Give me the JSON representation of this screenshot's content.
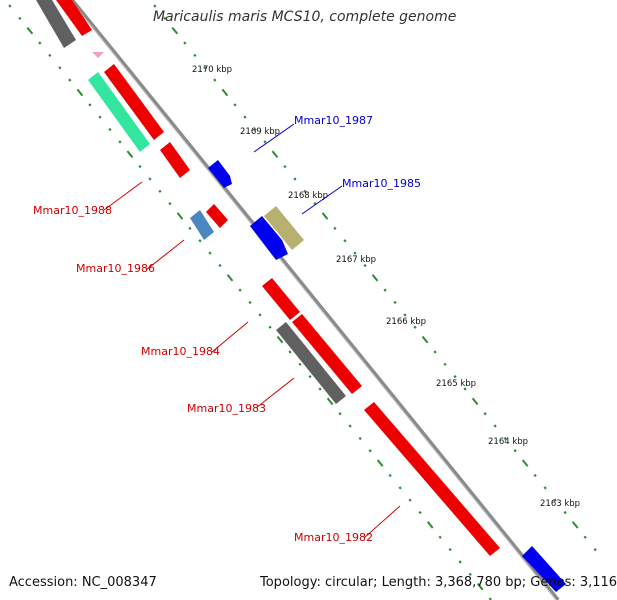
{
  "title": "Maricaulis maris MCS10, complete genome",
  "accession": "Accession: NC_008347",
  "summary": "Topology: circular; Length: 3,368,780 bp; Genes: 3,116",
  "colors": {
    "background": "#ffffff",
    "backbone": "#8a8a8a",
    "ticks": "#2e8b2e",
    "red_gene": "#ee0000",
    "blue_gene": "#0000ee",
    "label_red": "#cc0000",
    "label_blue": "#0000cc",
    "grey_gene": "#606060",
    "mint_gene": "#33e6a0",
    "steel_gene": "#4a86c0",
    "khaki_gene": "#b8b070",
    "pink_gene": "#f0a0c8"
  },
  "scale_ticks": [
    "2170 kbp",
    "2169 kbp",
    "2168 kbp",
    "2167 kbp",
    "2166 kbp",
    "2165 kbp",
    "2164 kbp",
    "2163 kbp"
  ],
  "gene_labels": [
    {
      "text": "Mmar10_1987",
      "color": "blue"
    },
    {
      "text": "Mmar10_1985",
      "color": "blue"
    },
    {
      "text": "Mmar10_1988",
      "color": "red"
    },
    {
      "text": "Mmar10_1986",
      "color": "red"
    },
    {
      "text": "Mmar10_1984",
      "color": "red"
    },
    {
      "text": "Mmar10_1983",
      "color": "red"
    },
    {
      "text": "Mmar10_1982",
      "color": "red"
    }
  ]
}
